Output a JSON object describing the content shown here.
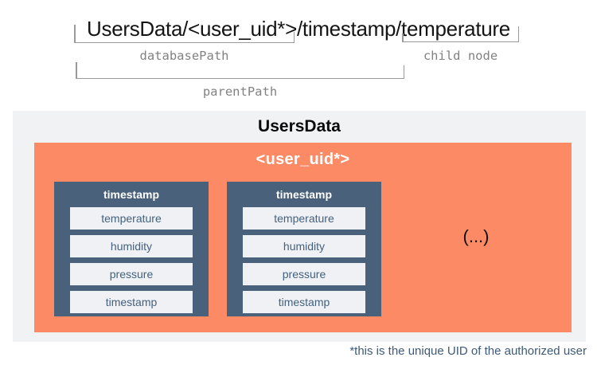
{
  "path_header": {
    "full_path": "UsersData/<user_uid*>/timestamp/temperature",
    "database_path_label": "databasePath",
    "child_node_label": "child node",
    "parent_path_label": "parentPath"
  },
  "diagram": {
    "root_label": "UsersData",
    "user_node_label": "<user_uid*>",
    "ellipsis": "(...)",
    "timestamp_nodes": [
      {
        "header": "timestamp",
        "fields": [
          "temperature",
          "humidity",
          "pressure",
          "timestamp"
        ]
      },
      {
        "header": "timestamp",
        "fields": [
          "temperature",
          "humidity",
          "pressure",
          "timestamp"
        ]
      }
    ]
  },
  "footnote": "*this is the unique UID of the authorized user",
  "colors": {
    "orange": "#FC8A64",
    "slate": "#49617A",
    "panel_gray": "#F1F2F4",
    "field_bg": "#EFF1F4",
    "field_text": "#44617E",
    "footnote_text": "#3E5A77",
    "bracket_line": "#9A9A9A",
    "label_gray": "#828282"
  }
}
